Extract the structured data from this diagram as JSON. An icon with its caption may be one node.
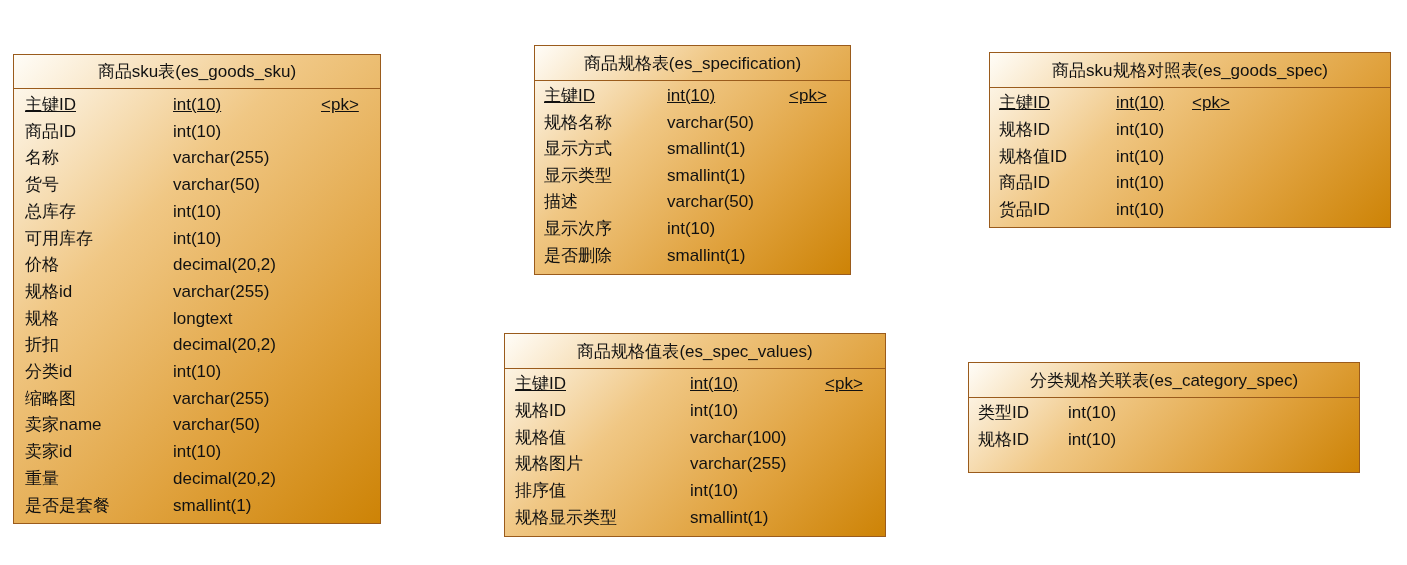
{
  "diagram": {
    "nodes": [
      {
        "text": [
          "商品sku表(es_goods_sku)",
          "主键ID",
          "int(10)",
          "<pk>",
          "商品ID",
          "int(10)",
          "名称",
          "varchar(255)",
          "货号",
          "varchar(50)",
          "总库存",
          "int(10)",
          "可用库存",
          "int(10)",
          "价格",
          "decimal(20,2)",
          "规格id",
          "varchar(255)",
          "规格",
          "longtext",
          "折扣",
          "decimal(20,2)",
          "分类id",
          "int(10)",
          "缩略图",
          "varchar(255)",
          "卖家name",
          "varchar(50)",
          "卖家id",
          "int(10)",
          "重量",
          "decimal(20,2)",
          "是否是套餐",
          "smallint(1)"
        ]
      },
      {
        "text": [
          "商品规格表(es_specification)",
          "主键ID",
          "int(10)",
          "<pk>",
          "规格名称",
          "varchar(50)",
          "显示方式",
          "smallint(1)",
          "显示类型",
          "smallint(1)",
          "描述",
          "varchar(50)",
          "显示次序",
          "int(10)",
          "是否删除",
          "smallint(1)"
        ]
      },
      {
        "text": [
          "商品sku规格对照表(es_goods_spec)",
          "主键ID",
          "int(10)",
          "<pk>",
          "规格ID",
          "int(10)",
          "规格值ID",
          "int(10)",
          "商品ID",
          "int(10)",
          "货品ID",
          "int(10)"
        ]
      },
      {
        "text": [
          "商品规格值表(es_spec_values)",
          "主键ID",
          "int(10)",
          "<pk>",
          "规格ID",
          "int(10)",
          "规格值",
          "varchar(100)",
          "规格图片",
          "varchar(255)",
          "排序值",
          "int(10)",
          "规格显示类型",
          "smallint(1)"
        ]
      },
      {
        "text": [
          "分类规格关联表(es_category_spec)",
          "类型ID",
          "int(10)",
          "规格ID",
          "int(10)"
        ]
      }
    ],
    "edges": []
  }
}
